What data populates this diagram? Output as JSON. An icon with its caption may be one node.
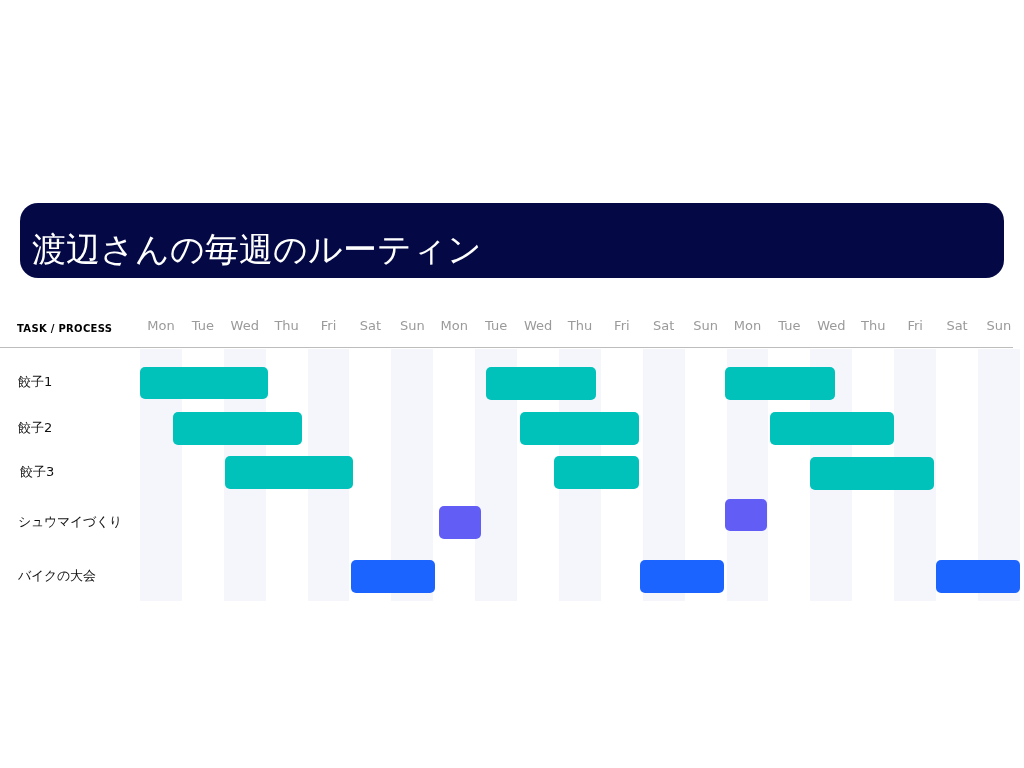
{
  "diagram": {
    "title": "渡辺さんの毎週のルーティン",
    "labels": [
      "TASK / PROCESS",
      "Mon",
      "Tue",
      "Wed",
      "Thu",
      "Fri",
      "Sat",
      "Sun",
      "Mon",
      "Tue",
      "Wed",
      "Thu",
      "Fri",
      "Sat",
      "Sun",
      "Mon",
      "Tue",
      "Wed",
      "Thu",
      "Fri",
      "Sat",
      "Sun",
      "餃子1",
      "餃子2",
      "餃子3",
      "シュウマイづくり",
      "バイクの大会"
    ]
  }
}
